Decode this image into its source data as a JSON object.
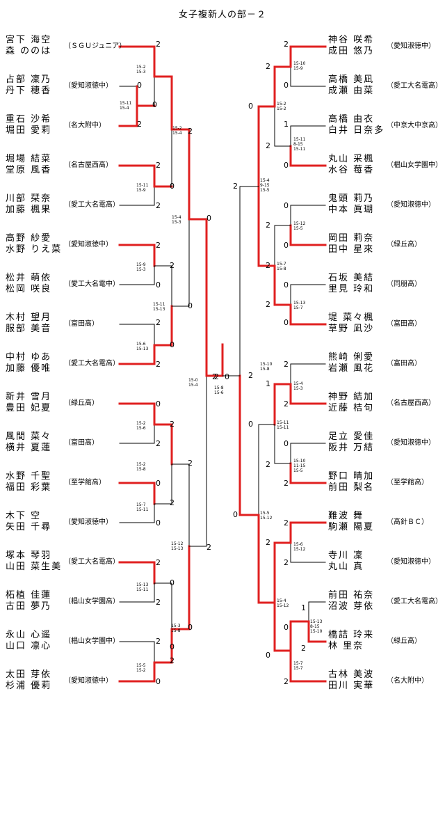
{
  "title": "女子複新人の部－２",
  "left_pairs": [
    {
      "p1": "宮下 海空",
      "p2": "森 ののは",
      "school": "（ＳＧＵジュニア）"
    },
    {
      "p1": "占部 凜乃",
      "p2": "丹下 穂香",
      "school": "（愛知淑徳中）"
    },
    {
      "p1": "重石 沙希",
      "p2": "堀田 愛莉",
      "school": "（名大附中）"
    },
    {
      "p1": "堀場 結菜",
      "p2": "堂原 風香",
      "school": "（名古屋西高）"
    },
    {
      "p1": "川部 栞奈",
      "p2": "加藤 楓果",
      "school": "（愛工大名電高）"
    },
    {
      "p1": "高野 紗愛",
      "p2": "水野 りえ菜",
      "school": "（愛知淑徳中）"
    },
    {
      "p1": "松井 萌依",
      "p2": "松岡 咲良",
      "school": "（愛工大名電中）"
    },
    {
      "p1": "木村 望月",
      "p2": "服部 美音",
      "school": "（富田高）"
    },
    {
      "p1": "中村 ゆあ",
      "p2": "加藤 優唯",
      "school": "（愛工大名電高）"
    },
    {
      "p1": "新井 雪月",
      "p2": "豊田 妃夏",
      "school": "（緑丘高）"
    },
    {
      "p1": "風間 菜々",
      "p2": "横井 夏蓮",
      "school": "（富田高）"
    },
    {
      "p1": "水野 千聖",
      "p2": "福田 彩葉",
      "school": "（至学館高）"
    },
    {
      "p1": "木下 空",
      "p2": "矢田 千尋",
      "school": "（愛知淑徳中）"
    },
    {
      "p1": "塚本 琴羽",
      "p2": "山田 菜生美",
      "school": "（愛工大名電高）"
    },
    {
      "p1": "柘植 佳蓮",
      "p2": "古田 夢乃",
      "school": "（椙山女学園高）"
    },
    {
      "p1": "永山 心遥",
      "p2": "山口 凛心",
      "school": "（椙山女学園中）"
    },
    {
      "p1": "太田 芽依",
      "p2": "杉浦 優莉",
      "school": "（愛知淑徳中）"
    }
  ],
  "right_pairs": [
    {
      "p1": "神谷 咲希",
      "p2": "成田 悠乃",
      "school": "（愛知淑徳中）"
    },
    {
      "p1": "高橋 美凪",
      "p2": "成瀬 由菜",
      "school": "（愛工大名電高）"
    },
    {
      "p1": "高橋 由衣",
      "p2": "白井 日奈多",
      "school": "（中京大中京高）"
    },
    {
      "p1": "丸山 采楓",
      "p2": "水谷 莓香",
      "school": "（椙山女学園中）"
    },
    {
      "p1": "鬼頭 莉乃",
      "p2": "中本 眞瑚",
      "school": "（愛知淑徳中）"
    },
    {
      "p1": "岡田 莉奈",
      "p2": "田中 星來",
      "school": "（緑丘高）"
    },
    {
      "p1": "石坂 美結",
      "p2": "里見 玲和",
      "school": "（同朋高）"
    },
    {
      "p1": "堤 菜々楓",
      "p2": "草野 凪沙",
      "school": "（富田高）"
    },
    {
      "p1": "熊崎 俐愛",
      "p2": "岩瀬 風花",
      "school": "（富田高）"
    },
    {
      "p1": "神野 結加",
      "p2": "近藤 桔句",
      "school": "（名古屋西高）"
    },
    {
      "p1": "足立 愛佳",
      "p2": "阪井 万結",
      "school": "（愛知淑徳中）"
    },
    {
      "p1": "野口 晴加",
      "p2": "前田 梨名",
      "school": "（至学館高）"
    },
    {
      "p1": "難波 舞",
      "p2": "駒瀬 陽夏",
      "school": "（高針ＢＣ）"
    },
    {
      "p1": "寺川 凜",
      "p2": "丸山 真",
      "school": "（愛知淑徳中）"
    },
    {
      "p1": "前田 祐奈",
      "p2": "沼波 芽依",
      "school": "（愛工大名電高）"
    },
    {
      "p1": "橋詰 玲来",
      "p2": "林 里奈",
      "school": "（緑丘高）"
    },
    {
      "p1": "古林 美波",
      "p2": "田川 実華",
      "school": "（名大附中）"
    }
  ],
  "left_scores": [
    "2",
    "0",
    "0",
    "2",
    "2",
    "2",
    "0",
    "2",
    "0",
    "2",
    "2",
    "0",
    "2",
    "0",
    "0",
    "2",
    "2",
    "0",
    "2",
    "2",
    "0",
    "2",
    "0",
    "2",
    "2",
    "0",
    "2",
    "0",
    "2",
    "0",
    "0",
    "2",
    "2"
  ],
  "right_scores": [
    "2",
    "0",
    "2",
    "0",
    "1",
    "2",
    "0",
    "2",
    "0",
    "2",
    "0",
    "2",
    "0",
    "2",
    "0",
    "2",
    "2",
    "1",
    "2",
    "0",
    "0",
    "2",
    "2",
    "0",
    "2",
    "2",
    "2",
    "0",
    "0",
    "1",
    "2",
    "2"
  ],
  "final_scores": {
    "left": "2",
    "right": "0"
  },
  "game_scores_left": [
    "15-2\n15-3",
    "15-11\n15-4",
    "15-2\n15-4",
    "15-11\n15-9",
    "15-4\n15-3",
    "15-9\n15-3",
    "15-11\n15-13",
    "15-6\n15-13",
    "15-0\n15-4",
    "15-2\n15-6",
    "15-2\n15-8",
    "15-7\n15-11",
    "15-12\n15-13",
    "15-13\n15-11",
    "15-3\n15-8",
    "15-5\n15-2"
  ],
  "game_scores_right": [
    "15-10\n15-9",
    "15-2\n15-2",
    "15-11\n8-15\n15-11",
    "15-4\n9-15\n15-5",
    "15-12\n15-5",
    "15-7\n15-8",
    "15-13\n15-7",
    "15-10\n15-8",
    "15-4\n15-3",
    "15-11\n15-11",
    "15-10\n11-15\n15-5",
    "15-5\n15-12",
    "15-6\n15-12",
    "15-4\n15-12",
    "15-13\n8-15\n15-10",
    "15-7\n15-7"
  ],
  "final_game_scores": "15-8\n15-6",
  "colors": {
    "win": "#e02020",
    "lose": "#000000"
  }
}
